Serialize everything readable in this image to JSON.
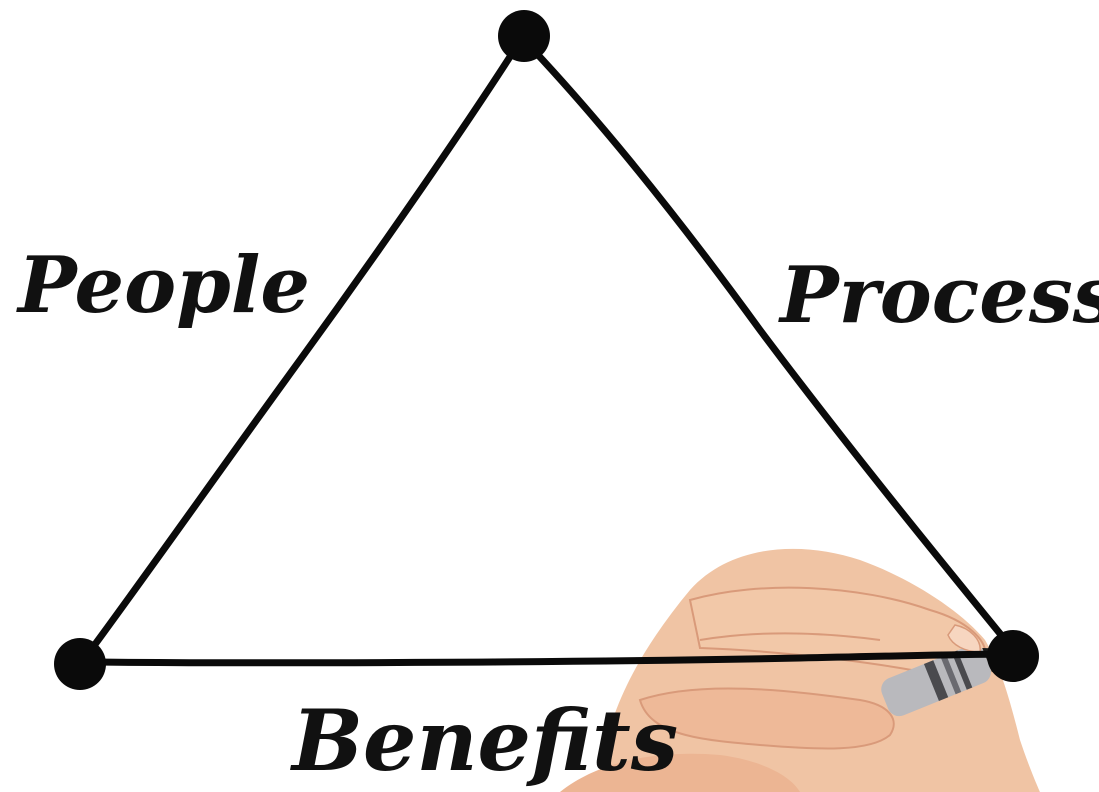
{
  "labels": {
    "left": "People",
    "right": "Process",
    "bottom": "Benefits"
  },
  "colors": {
    "background": "#ffffff",
    "ink": "#0a0a0a",
    "skin": "#f0c4a4",
    "skin_shadow": "#d99a7a",
    "marker_body": "#b9b9bd",
    "marker_band": "#4a4a4e"
  },
  "icons": [
    "pen-hand-icon",
    "vertex-dot-icon"
  ]
}
